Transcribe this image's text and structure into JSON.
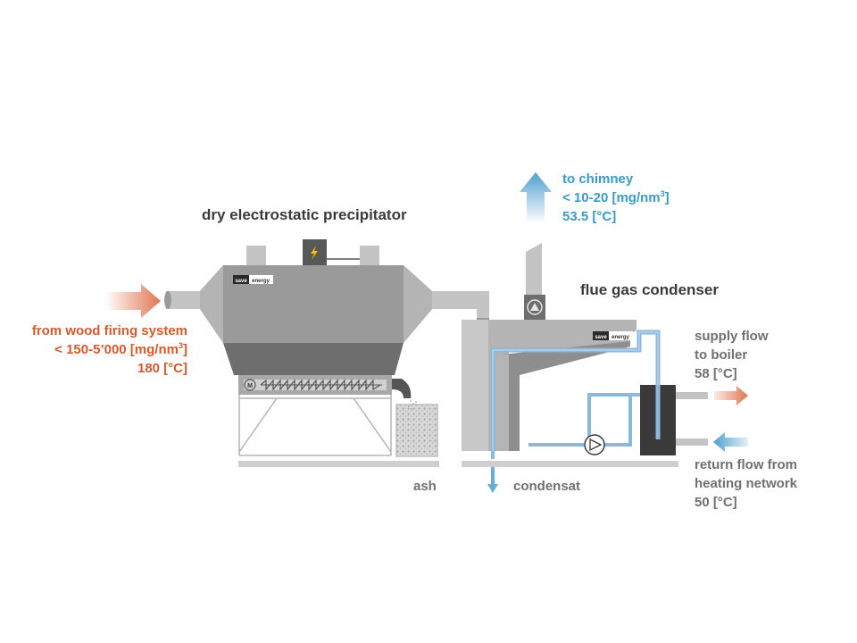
{
  "precipitator": {
    "title": "dry electrostatic precipitator",
    "brand_save": "save",
    "brand_energy": "energy",
    "motor_letter": "M"
  },
  "condenser": {
    "title": "flue gas condenser",
    "brand_save": "save",
    "brand_energy": "energy"
  },
  "inlet": {
    "line1": "from wood firing system",
    "line2_pre": "< 150-5’000 [mg/nm",
    "line2_sup": "3",
    "line2_post": "]",
    "line3": "180 [°C]"
  },
  "chimney": {
    "line1": "to chimney",
    "line2_pre": "< 10-20 [mg/nm",
    "line2_sup": "3",
    "line2_post": "]",
    "line3": "53.5 [°C]"
  },
  "supply": {
    "line1": "supply flow",
    "line2": "to boiler",
    "line3": "58 [°C]"
  },
  "return": {
    "line1": "return flow from",
    "line2": "heating network",
    "line3": "50 [°C]"
  },
  "ash_label": "ash",
  "condensat_label": "condensat",
  "colors": {
    "hot": "#e0764f",
    "cold": "#4f9fcf",
    "body": "#9a9a9a",
    "body_dark": "#6e6e6e",
    "light": "#c4c4c4",
    "water": "#8ab9dc"
  }
}
